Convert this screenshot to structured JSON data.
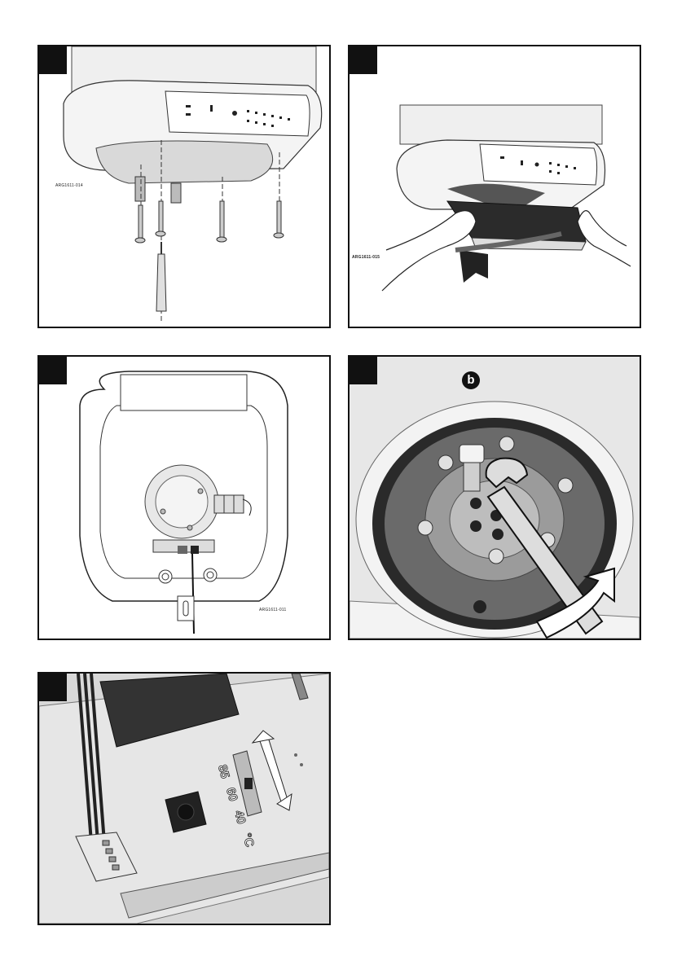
{
  "panels": {
    "p1": {
      "code": "ARG1611-014"
    },
    "p2": {
      "code": "ARG1611-015"
    },
    "p3": {
      "code": "ARG1611-011"
    },
    "p4": {
      "callout": "b"
    },
    "p5": {
      "scale_85": "85",
      "scale_60": "60",
      "scale_40": "40",
      "unit": "°C"
    }
  },
  "colors": {
    "frame": "#111111",
    "light_gray": "#e6e6e6",
    "mid_gray": "#9a9a9a",
    "dark_gray": "#3a3a3a"
  }
}
